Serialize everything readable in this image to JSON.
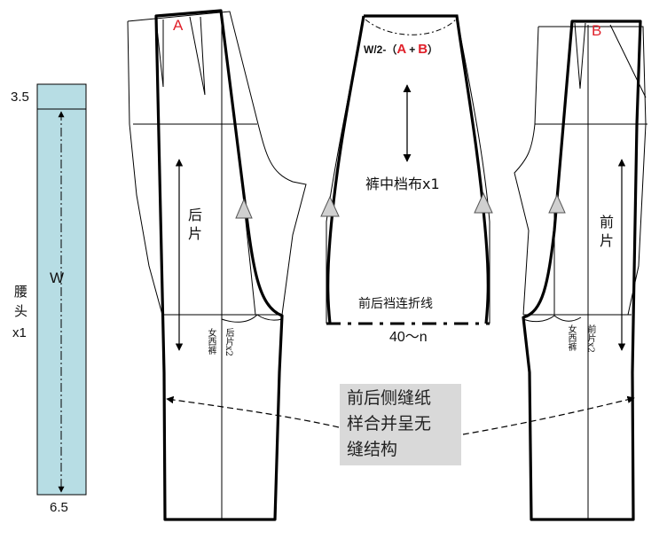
{
  "waistband": {
    "label": "腰头x1",
    "label_chars": [
      "腰",
      "头",
      "x1"
    ],
    "width_symbol": "W",
    "top_measure": "3.5",
    "bottom_measure": "6.5",
    "fill_color": "#b7dde4"
  },
  "back_piece": {
    "label_chars": [
      "后",
      "片"
    ],
    "point_label": "A",
    "side_note_1": "女西裤",
    "side_note_2": "后片x2"
  },
  "crotch_gusset": {
    "formula_prefix": "W/2-（",
    "formula_a": "A",
    "formula_plus": "+",
    "formula_b": "B",
    "formula_suffix": "）",
    "label": "裤中档布x1",
    "fold_line_label": "前后裆连折线",
    "width_label": "40～n"
  },
  "front_piece": {
    "label_chars": [
      "前",
      "片"
    ],
    "point_label": "B",
    "side_note_1": "女西裤",
    "side_note_2": "前片x2"
  },
  "note": {
    "lines": [
      "前后侧缝纸",
      "样合并呈无",
      "缝结构"
    ],
    "background": "#d9d9d9"
  },
  "colors": {
    "accent_red": "#e0202a",
    "notch_fill": "#d0d0d0",
    "line": "#000000"
  }
}
